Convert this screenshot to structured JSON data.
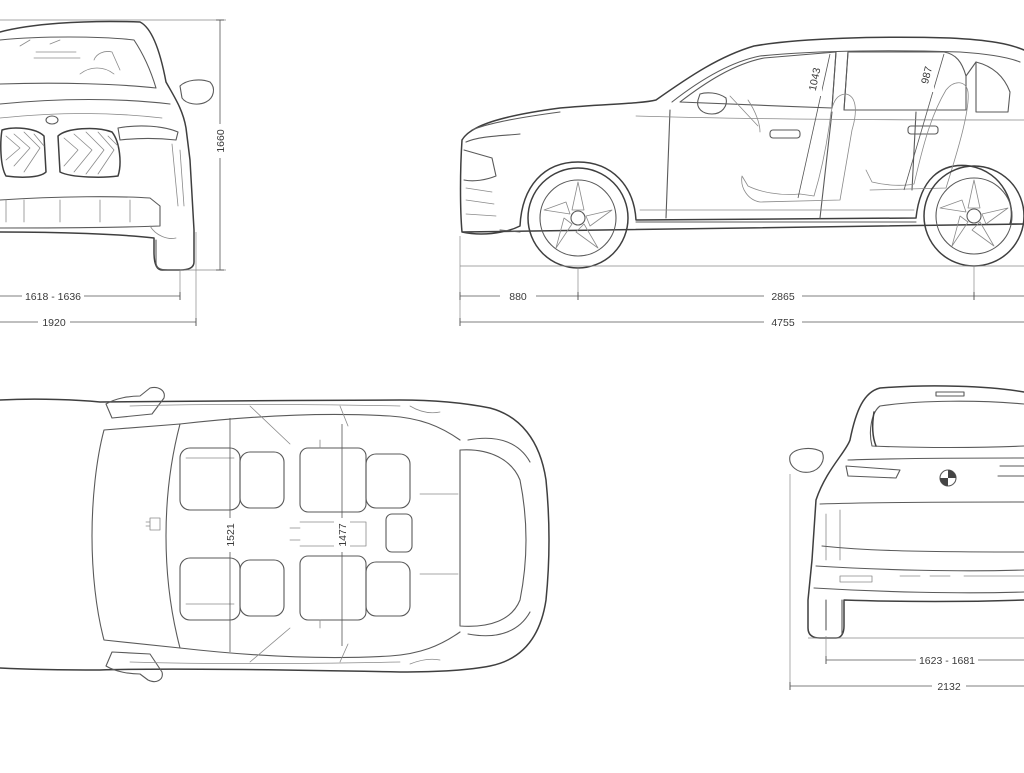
{
  "dimensions": {
    "front_height": "1660",
    "front_track": "1618 - 1636",
    "front_width": "1920",
    "front_overhang": "880",
    "wheelbase": "2865",
    "length": "4755",
    "front_headroom": "1043",
    "rear_headroom": "987",
    "front_interior_width": "1521",
    "rear_interior_width": "1477",
    "rear_track": "1623 - 1681",
    "width_with_mirrors": "2132"
  },
  "colors": {
    "line": "#5a5a5a",
    "background": "#ffffff"
  }
}
